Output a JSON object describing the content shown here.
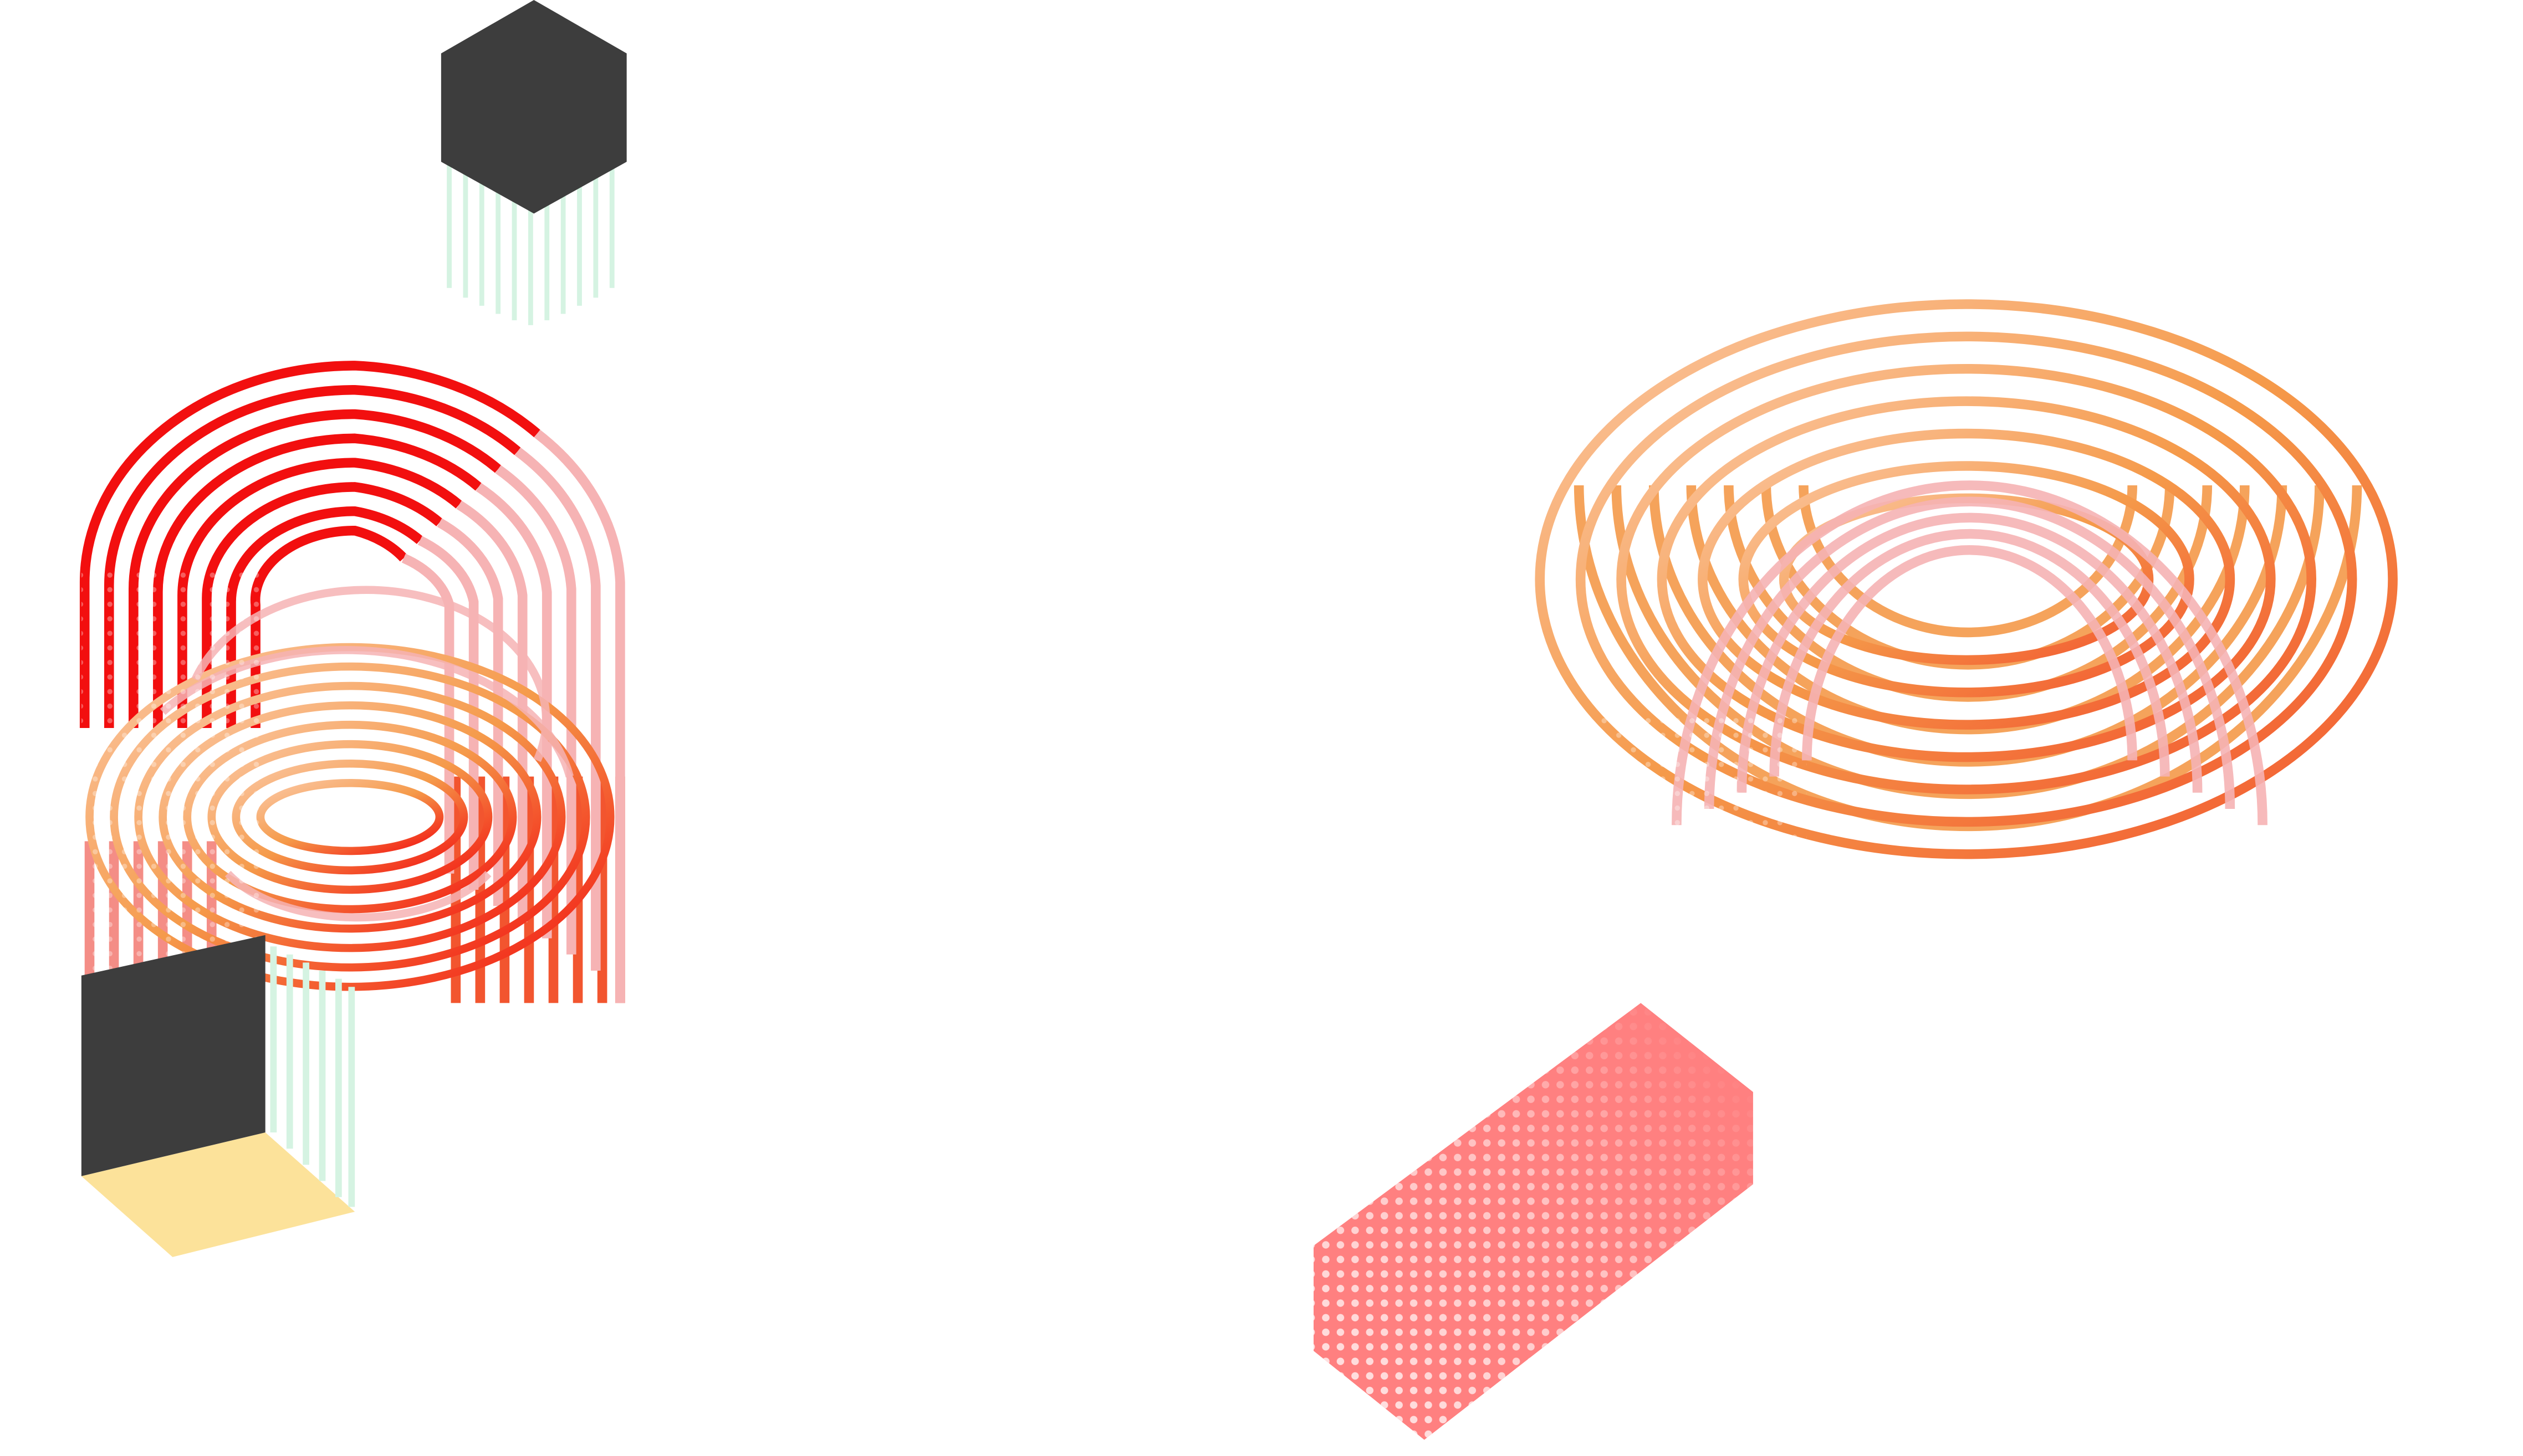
{
  "palette": {
    "background": "#ffffff",
    "red": "#f20f0f",
    "orange_red": "#f2552f",
    "coral": "#f48d86",
    "pink": "#f6b3b4",
    "peach": "#fbc8a5",
    "orange": "#f59a4a",
    "charcoal": "#3d3d3d",
    "mint": "#d5f3e2",
    "cream": "#fce29a",
    "salmon": "#ff8080"
  },
  "shapes": [
    {
      "name": "hex-prism",
      "description_icon": "hexagon-prism-icon"
    },
    {
      "name": "arch-and-rings-left",
      "description_icon": "concentric-arch-icon"
    },
    {
      "name": "open-cube",
      "description_icon": "cube-icon"
    },
    {
      "name": "arch-and-rings-right",
      "description_icon": "concentric-arch-icon"
    },
    {
      "name": "dotted-bar",
      "description_icon": "halftone-bar-icon"
    }
  ]
}
